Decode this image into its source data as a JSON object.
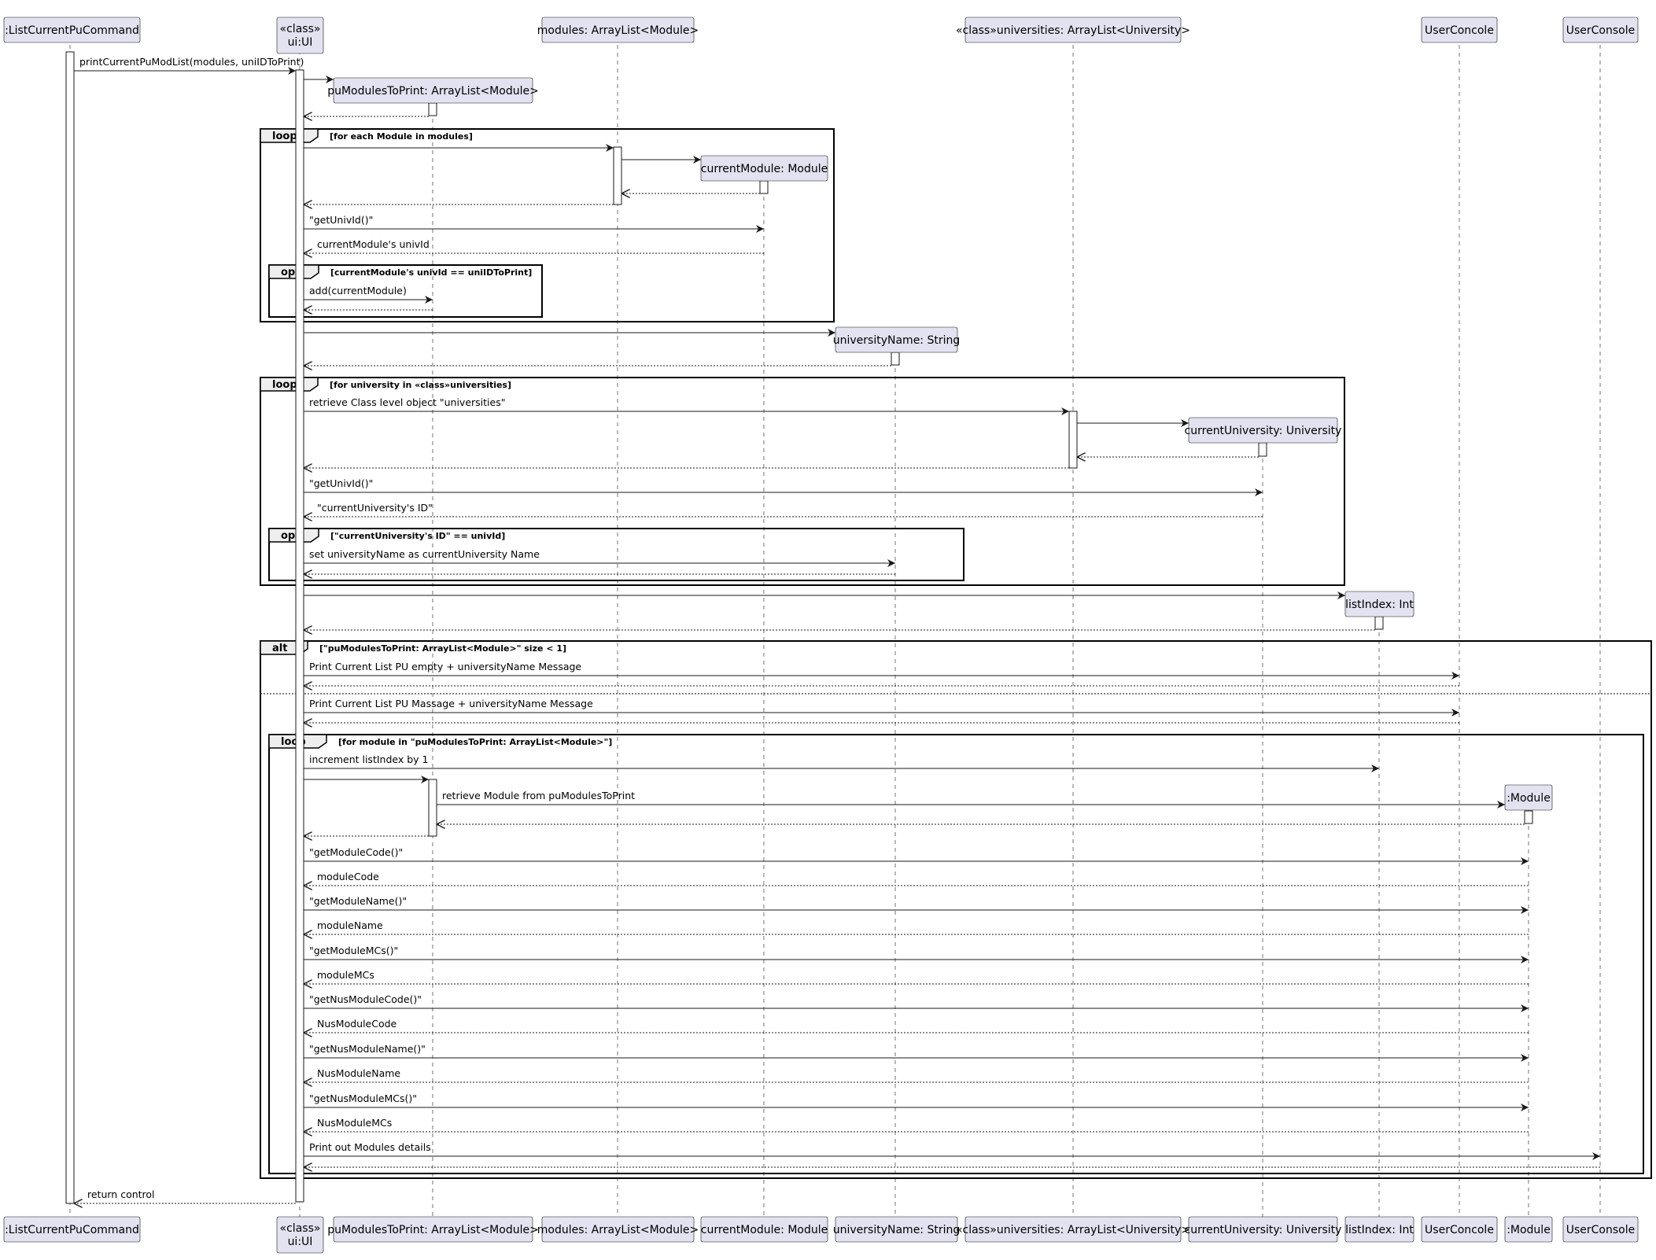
{
  "participants": [
    {
      "id": "listcmd",
      "lines": [
        ":ListCurrentPuCommand"
      ]
    },
    {
      "id": "ui",
      "lines": [
        "«class»",
        "ui:UI"
      ]
    },
    {
      "id": "pumods",
      "lines": [
        "puModulesToPrint: ArrayList<Module>"
      ]
    },
    {
      "id": "modules",
      "lines": [
        "modules: ArrayList<Module>"
      ]
    },
    {
      "id": "curmod",
      "lines": [
        "currentModule: Module"
      ]
    },
    {
      "id": "uniname",
      "lines": [
        "universityName: String"
      ]
    },
    {
      "id": "unis",
      "lines": [
        "«class»universities: ArrayList<University>"
      ]
    },
    {
      "id": "curuni",
      "lines": [
        "currentUniversity: University"
      ]
    },
    {
      "id": "listidx",
      "lines": [
        "listIndex: Int"
      ]
    },
    {
      "id": "userconcole",
      "lines": [
        "UserConcole"
      ]
    },
    {
      "id": "module",
      "lines": [
        ":Module"
      ]
    },
    {
      "id": "userconsole",
      "lines": [
        "UserConsole"
      ]
    }
  ],
  "messages": [
    {
      "from": "listcmd",
      "to": "ui",
      "text": "printCurrentPuModList(modules, uniIDToPrint)",
      "kind": "call"
    },
    {
      "from": "ui",
      "to": "pumods",
      "text": "",
      "kind": "create"
    },
    {
      "from": "pumods",
      "to": "ui",
      "text": "",
      "kind": "return"
    },
    {
      "from": "ui",
      "to": "modules",
      "text": "",
      "kind": "call"
    },
    {
      "from": "modules",
      "to": "curmod",
      "text": "",
      "kind": "create"
    },
    {
      "from": "curmod",
      "to": "modules",
      "text": "",
      "kind": "return"
    },
    {
      "from": "modules",
      "to": "ui",
      "text": "",
      "kind": "return"
    },
    {
      "from": "ui",
      "to": "curmod",
      "text": "\"getUnivId()\"",
      "kind": "call"
    },
    {
      "from": "curmod",
      "to": "ui",
      "text": "currentModule's univId",
      "kind": "return"
    },
    {
      "from": "ui",
      "to": "pumods",
      "text": "add(currentModule)",
      "kind": "call"
    },
    {
      "from": "pumods",
      "to": "ui",
      "text": "",
      "kind": "return"
    },
    {
      "from": "ui",
      "to": "uniname",
      "text": "",
      "kind": "create"
    },
    {
      "from": "uniname",
      "to": "ui",
      "text": "",
      "kind": "return"
    },
    {
      "from": "ui",
      "to": "unis",
      "text": "retrieve Class level object \"universities\"",
      "kind": "call"
    },
    {
      "from": "unis",
      "to": "curuni",
      "text": "",
      "kind": "create"
    },
    {
      "from": "curuni",
      "to": "unis",
      "text": "",
      "kind": "return"
    },
    {
      "from": "unis",
      "to": "ui",
      "text": "",
      "kind": "return"
    },
    {
      "from": "ui",
      "to": "curuni",
      "text": "\"getUnivId()\"",
      "kind": "call"
    },
    {
      "from": "curuni",
      "to": "ui",
      "text": "\"currentUniversity's ID\"",
      "kind": "return"
    },
    {
      "from": "ui",
      "to": "uniname",
      "text": "set universityName as currentUniversity Name",
      "kind": "call"
    },
    {
      "from": "uniname",
      "to": "ui",
      "text": "",
      "kind": "return"
    },
    {
      "from": "ui",
      "to": "listidx",
      "text": "",
      "kind": "create"
    },
    {
      "from": "listidx",
      "to": "ui",
      "text": "",
      "kind": "return"
    },
    {
      "from": "ui",
      "to": "userconcole",
      "text": "Print Current List PU empty + universityName Message",
      "kind": "call"
    },
    {
      "from": "userconcole",
      "to": "ui",
      "text": "",
      "kind": "return"
    },
    {
      "from": "ui",
      "to": "userconcole",
      "text": "Print Current List PU Massage + universityName Message",
      "kind": "call"
    },
    {
      "from": "userconcole",
      "to": "ui",
      "text": "",
      "kind": "return"
    },
    {
      "from": "ui",
      "to": "listidx",
      "text": "increment listIndex by 1",
      "kind": "call"
    },
    {
      "from": "ui",
      "to": "pumods",
      "text": "",
      "kind": "call"
    },
    {
      "from": "pumods",
      "to": "module",
      "text": "retrieve Module from puModulesToPrint",
      "kind": "create"
    },
    {
      "from": "module",
      "to": "pumods",
      "text": "",
      "kind": "return"
    },
    {
      "from": "pumods",
      "to": "ui",
      "text": "",
      "kind": "return"
    },
    {
      "from": "ui",
      "to": "module",
      "text": "\"getModuleCode()\"",
      "kind": "call"
    },
    {
      "from": "module",
      "to": "ui",
      "text": "moduleCode",
      "kind": "return"
    },
    {
      "from": "ui",
      "to": "module",
      "text": "\"getModuleName()\"",
      "kind": "call"
    },
    {
      "from": "module",
      "to": "ui",
      "text": "moduleName",
      "kind": "return"
    },
    {
      "from": "ui",
      "to": "module",
      "text": "\"getModuleMCs()\"",
      "kind": "call"
    },
    {
      "from": "module",
      "to": "ui",
      "text": "moduleMCs",
      "kind": "return"
    },
    {
      "from": "ui",
      "to": "module",
      "text": "\"getNusModuleCode()\"",
      "kind": "call"
    },
    {
      "from": "module",
      "to": "ui",
      "text": "NusModuleCode",
      "kind": "return"
    },
    {
      "from": "ui",
      "to": "module",
      "text": "\"getNusModuleName()\"",
      "kind": "call"
    },
    {
      "from": "module",
      "to": "ui",
      "text": "NusModuleName",
      "kind": "return"
    },
    {
      "from": "ui",
      "to": "module",
      "text": "\"getNusModuleMCs()\"",
      "kind": "call"
    },
    {
      "from": "module",
      "to": "ui",
      "text": "NusModuleMCs",
      "kind": "return"
    },
    {
      "from": "ui",
      "to": "userconsole",
      "text": "Print out Modules details",
      "kind": "call"
    },
    {
      "from": "userconsole",
      "to": "ui",
      "text": "",
      "kind": "return"
    },
    {
      "from": "ui",
      "to": "listcmd",
      "text": "return control",
      "kind": "return"
    }
  ],
  "fragments": [
    {
      "id": "loop-modules",
      "keyword": "loop",
      "guard": "[for each Module in modules]"
    },
    {
      "id": "opt-univid",
      "keyword": "opt",
      "guard": "[currentModule's univId == uniIDToPrint]"
    },
    {
      "id": "loop-universities",
      "keyword": "loop",
      "guard": "[for university in «class»universities]"
    },
    {
      "id": "opt-univ-id",
      "keyword": "opt",
      "guard": "[\"currentUniversity's ID\" == univId]"
    },
    {
      "id": "alt-empty",
      "keyword": "alt",
      "guard": "[\"puModulesToPrint: ArrayList<Module>\" size < 1]"
    },
    {
      "id": "loop-print",
      "keyword": "loop",
      "guard": "[for module in \"puModulesToPrint: ArrayList<Module>\"]"
    }
  ],
  "colors": {
    "participant_fill": "#E2E2F0",
    "line": "#181818",
    "fragment_tag": "#EEEEEE"
  }
}
